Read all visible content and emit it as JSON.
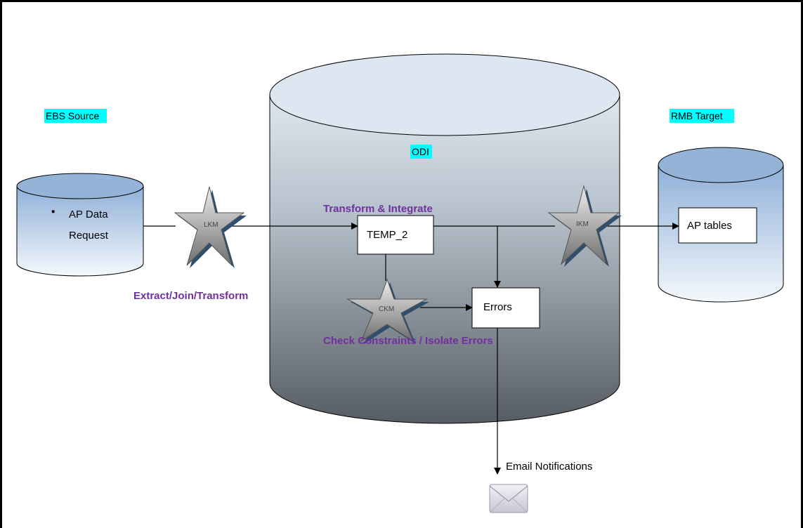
{
  "labels": {
    "ebs_source": "EBS Source",
    "rmb_target": "RMB Target",
    "odi": "ODI",
    "transform_integrate": "Transform & Integrate",
    "extract_join_transform": "Extract/Join/Transform",
    "check_constraints": "Check Constraints / Isolate Errors",
    "email_notifications": "Email  Notifications"
  },
  "source": {
    "bullet": "▪",
    "line1": "AP  Data",
    "line2": "Request"
  },
  "boxes": {
    "temp": "TEMP_2",
    "errors": "Errors",
    "ap_tables": "AP tables"
  },
  "stars": {
    "lkm": "LKM",
    "ckm": "CKM",
    "ikm": "IKM"
  },
  "colors": {
    "highlight": "#00ffff",
    "purple_text": "#7030a0",
    "cylinder_blue": "#95b3d7"
  }
}
